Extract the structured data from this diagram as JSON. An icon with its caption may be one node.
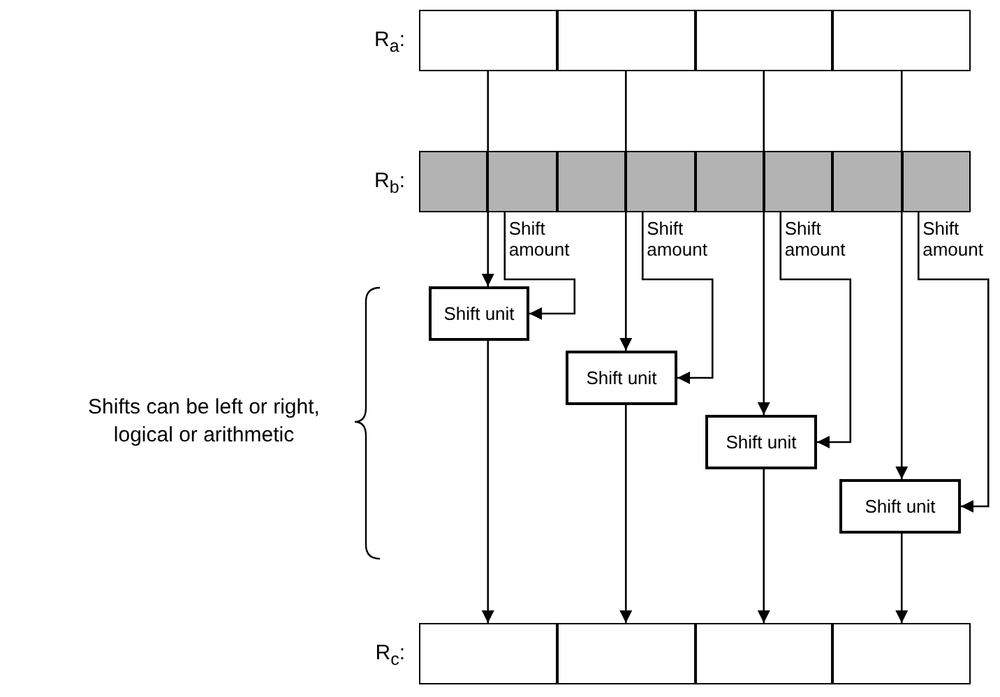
{
  "diagram": {
    "nodes": [
      {
        "text": [],
        "shape": "box"
      },
      {
        "text": [],
        "shape": "box"
      },
      {
        "text": [],
        "shape": "box"
      },
      {
        "text": [],
        "shape": "box"
      },
      {
        "text": [],
        "shape": "box"
      },
      {
        "text": [],
        "shape": "box"
      },
      {
        "text": [],
        "shape": "box"
      },
      {
        "text": [],
        "shape": "box"
      },
      {
        "text": [],
        "shape": "box"
      },
      {
        "text": [],
        "shape": "box"
      },
      {
        "text": [],
        "shape": "box"
      },
      {
        "text": [],
        "shape": "box"
      },
      {
        "text": [
          "Shift unit"
        ]
      },
      {
        "text": [
          "Shift unit"
        ]
      },
      {
        "text": [
          "Shift unit"
        ]
      },
      {
        "text": [
          "Shift unit"
        ]
      },
      {
        "text": [],
        "shape": "box"
      },
      {
        "text": [],
        "shape": "box"
      },
      {
        "text": [],
        "shape": "box"
      },
      {
        "text": [],
        "shape": "box"
      }
    ],
    "edges": [
      {
        "from": 0,
        "to": 12,
        "arrow": "to"
      },
      {
        "from": 5,
        "to": 12,
        "arrow": "to",
        "label": "Shift amount"
      },
      {
        "from": 12,
        "to": 16,
        "arrow": "to"
      },
      {
        "from": 1,
        "to": 13,
        "arrow": "to"
      },
      {
        "from": 7,
        "to": 13,
        "arrow": "to",
        "label": "Shift amount"
      },
      {
        "from": 13,
        "to": 17,
        "arrow": "to"
      },
      {
        "from": 2,
        "to": 14,
        "arrow": "to"
      },
      {
        "from": 9,
        "to": 14,
        "arrow": "to",
        "label": "Shift amount"
      },
      {
        "from": 14,
        "to": 18,
        "arrow": "to"
      },
      {
        "from": 3,
        "to": 15,
        "arrow": "to"
      },
      {
        "from": 11,
        "to": 15,
        "arrow": "to",
        "label": "Shift amount"
      },
      {
        "from": 15,
        "to": 19,
        "arrow": "to"
      }
    ],
    "labels": [
      "R$_{a}$:",
      "R$_{b}$:",
      "Shifts can be left or right, logical or arithmetic",
      "R$_{c}$:"
    ]
  }
}
